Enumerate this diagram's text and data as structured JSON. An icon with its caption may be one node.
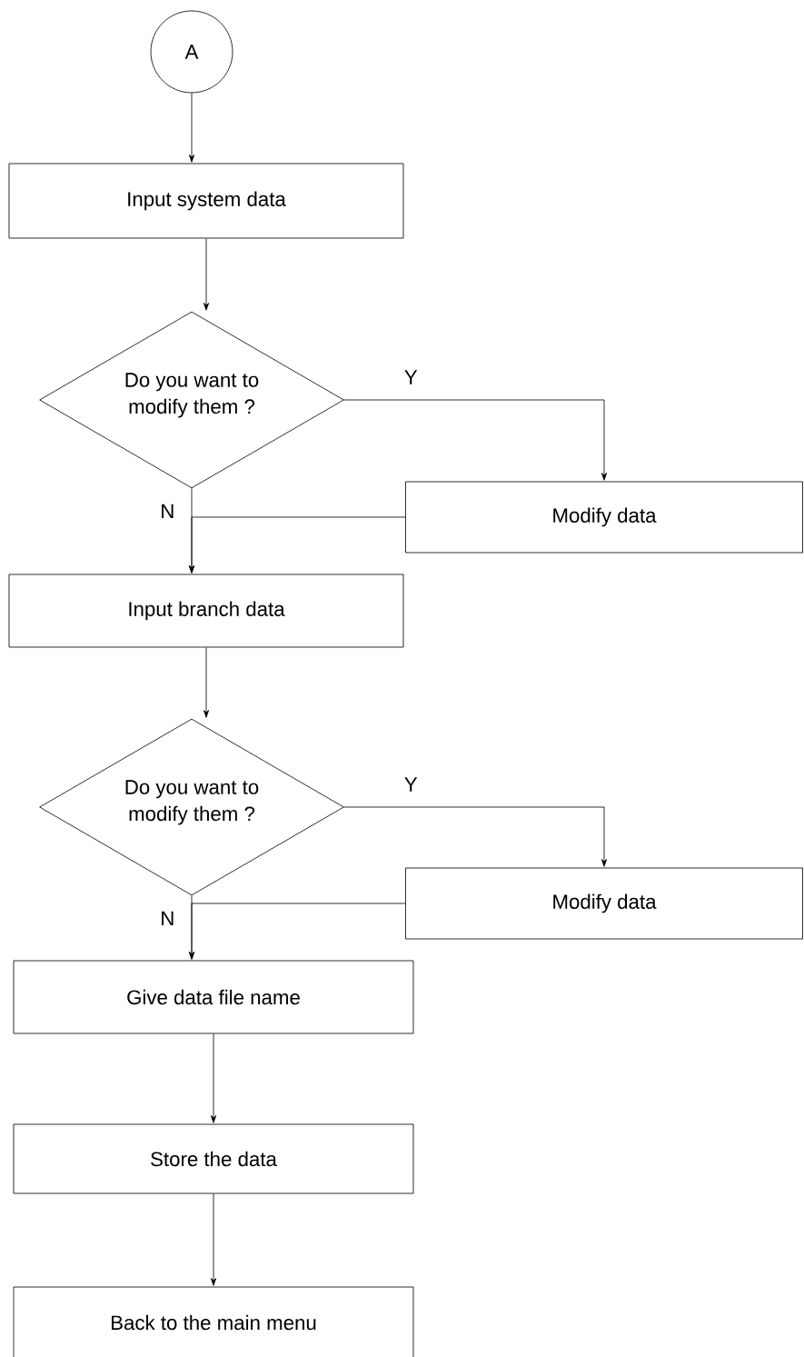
{
  "diagram": {
    "nodes": [
      {
        "text": [
          "A"
        ]
      },
      {
        "text": [
          "Input system data"
        ]
      },
      {
        "text": [
          "Do you want to modify them ?"
        ]
      },
      {
        "text": [
          "Modify data"
        ]
      },
      {
        "text": [
          "Input branch data"
        ]
      },
      {
        "text": [
          "Do you want to modify them ?"
        ]
      },
      {
        "text": [
          "Modify data"
        ]
      },
      {
        "text": [
          "Give data file name"
        ]
      },
      {
        "text": [
          "Store the data"
        ]
      },
      {
        "text": [
          "Back to the main menu"
        ]
      }
    ],
    "edges": [
      {
        "from": 0,
        "to": 1,
        "arrow": "to"
      },
      {
        "from": 1,
        "to": 2,
        "arrow": "to"
      },
      {
        "from": 2,
        "to": 3,
        "arrow": "to",
        "label": "Y"
      },
      {
        "from": 2,
        "to": 4,
        "arrow": "to",
        "label": "N"
      },
      {
        "from": 3,
        "to": 4,
        "arrow": "to"
      },
      {
        "from": 4,
        "to": 5,
        "arrow": "to"
      },
      {
        "from": 5,
        "to": 6,
        "arrow": "to",
        "label": "Y"
      },
      {
        "from": 5,
        "to": 7,
        "arrow": "to",
        "label": "N"
      },
      {
        "from": 6,
        "to": 7,
        "arrow": "to"
      },
      {
        "from": 7,
        "to": 8,
        "arrow": "to"
      },
      {
        "from": 8,
        "to": 9,
        "arrow": "to"
      }
    ]
  }
}
